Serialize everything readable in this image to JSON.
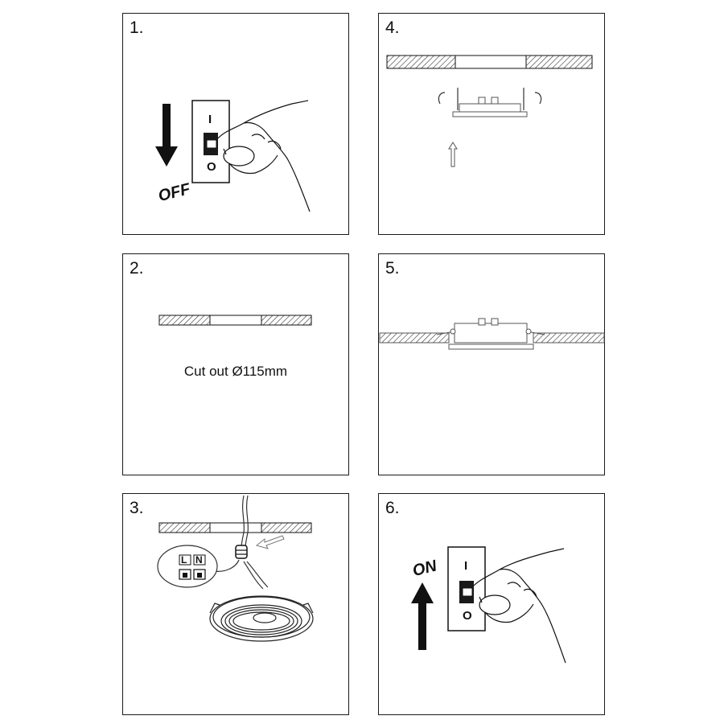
{
  "steps": [
    {
      "number": "1.",
      "action_text": "OFF",
      "switch_top": "I",
      "switch_bottom": "O"
    },
    {
      "number": "2.",
      "caption": "Cut out Ø115mm"
    },
    {
      "number": "3.",
      "terminal_l": "L",
      "terminal_n": "N"
    },
    {
      "number": "4."
    },
    {
      "number": "5."
    },
    {
      "number": "6.",
      "action_text": "ON",
      "switch_top": "I",
      "switch_bottom": "O"
    }
  ],
  "icons": {
    "panel1": [
      "down-arrow-icon",
      "wall-switch-icon",
      "hand-icon"
    ],
    "panel2": [
      "ceiling-cutout-icon"
    ],
    "panel3": [
      "ceiling-cutout-icon",
      "terminal-block-icon",
      "connector-icon",
      "downlight-icon",
      "direction-arrow-icon"
    ],
    "panel4": [
      "ceiling-cutout-icon",
      "downlight-side-icon",
      "spring-clip-icon",
      "up-arrow-icon"
    ],
    "panel5": [
      "ceiling-icon",
      "downlight-installed-icon"
    ],
    "panel6": [
      "up-arrow-icon",
      "wall-switch-icon",
      "hand-icon"
    ]
  },
  "colors": {
    "line": "#1a1a1a",
    "hatch": "#333333",
    "background": "#ffffff"
  }
}
